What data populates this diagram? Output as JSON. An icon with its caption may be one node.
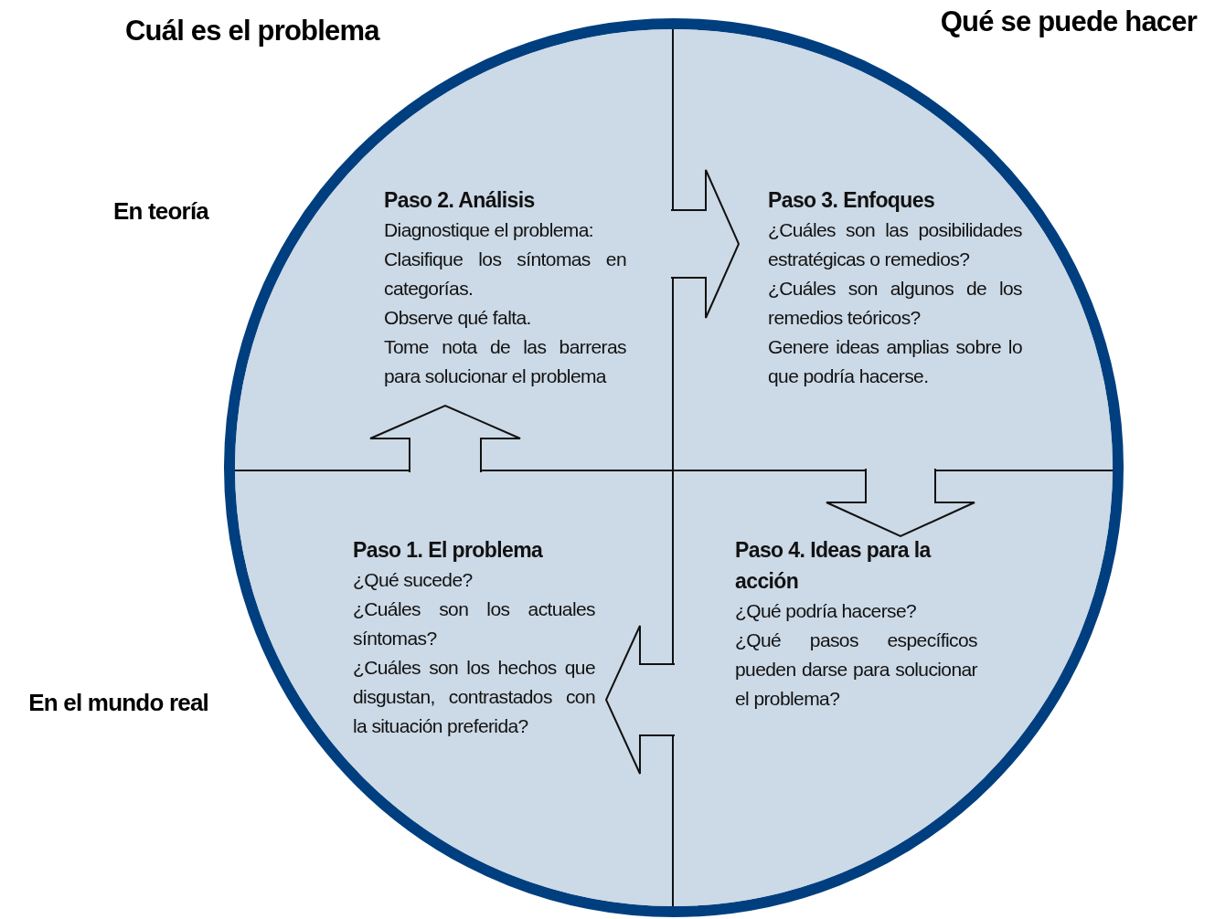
{
  "diagram": {
    "nodes": [
      {
        "text": [],
        "shape": "circle"
      },
      {
        "text": [
          "Paso 2. Análisis",
          "Diagnostique el problema:",
          "Clasifique los síntomas en categorías.",
          "Observe qué falta.",
          "Tome nota de las barreras para solucionar el problema"
        ],
        "in": 0
      },
      {
        "text": [
          "Paso 3. Enfoques",
          "¿Cuáles son las posibilidades estratégicas o remedios?",
          "¿Cuáles son algunos de los remedios teóricos?",
          "Genere ideas amplias sobre lo que podría hacerse."
        ],
        "in": 0
      },
      {
        "text": [
          "Paso 1. El problema",
          "¿Qué sucede?",
          "¿Cuáles son los actuales síntomas?",
          "¿Cuáles son los hechos que disgustan, contrastados con la situación preferida?"
        ],
        "in": 0
      },
      {
        "text": [
          "Paso 4. Ideas para la acción",
          "¿Qué podría hacerse?",
          "¿Qué pasos específicos pueden darse para solucionar el problema?"
        ],
        "in": 0
      }
    ],
    "edges": [
      {
        "from": 3,
        "to": 1,
        "arrow": "to"
      },
      {
        "from": 1,
        "to": 2,
        "arrow": "to"
      },
      {
        "from": 2,
        "to": 4,
        "arrow": "to"
      },
      {
        "from": 4,
        "to": 3,
        "arrow": "to"
      }
    ],
    "labels": [
      "Cuál es el problema",
      "Qué se puede hacer",
      "En teoría",
      "En el mundo real"
    ]
  }
}
